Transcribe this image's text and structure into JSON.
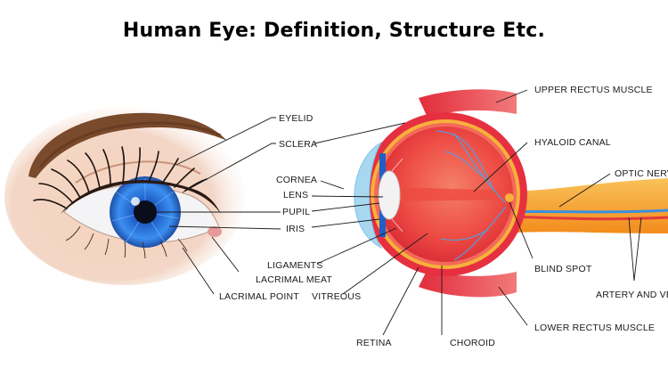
{
  "title": "Human Eye: Definition, Structure Etc.",
  "labels": {
    "eyelid": "EYELID",
    "sclera": "SCLERA",
    "cornea": "CORNEA",
    "lens": "LENS",
    "pupil": "PUPIL",
    "iris": "IRIS",
    "ligaments": "LIGAMENTS",
    "lacrimal_meat": "LACRIMAL MEAT",
    "lacrimal_point": "LACRIMAL POINT",
    "vitreous": "VITREOUS",
    "retina": "RETINA",
    "choroid": "CHOROID",
    "upper_rectus_muscle": "UPPER RECTUS MUSCLE",
    "hyaloid_canal": "HYALOID CANAL",
    "optic_nerve": "OPTIC NERVE",
    "blind_spot": "BLIND SPOT",
    "artery_and_vein": "ARTERY AND VEIN",
    "lower_rectus_muscle": "LOWER RECTUS MUSCLE"
  },
  "colors": {
    "iris": "#2f7fe0",
    "sclera_red": "#e8283a",
    "eyeball_inner": "#f05a4a",
    "choroid_orange": "#f4a020",
    "optic_nerve": "#f6a623",
    "vessel_blue": "#4aa3e8",
    "cornea": "#a8d8f0"
  }
}
